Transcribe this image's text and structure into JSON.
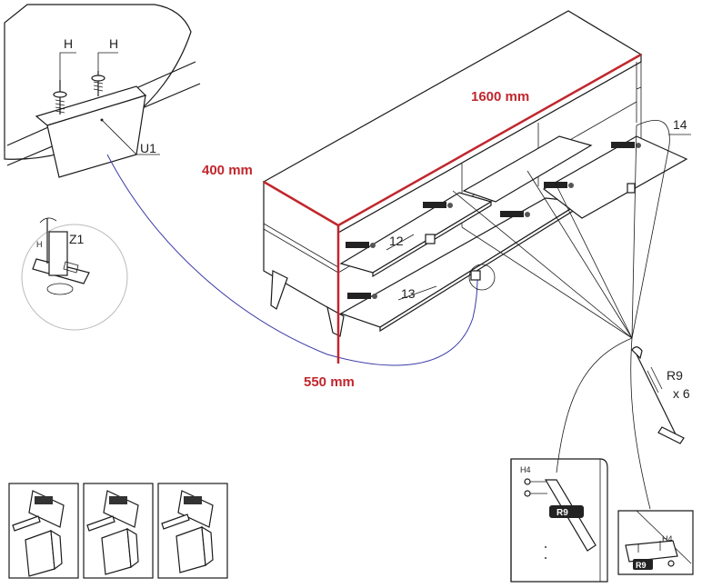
{
  "dimensions": {
    "width": "1600 mm",
    "depth": "400 mm",
    "height": "550 mm",
    "accent_color": "#c0272d"
  },
  "part_labels": {
    "p12": "12",
    "p13": "13",
    "p14": "14",
    "u1": "U1",
    "z1": "Z1",
    "h_left": "H",
    "h_right": "H",
    "h_z1": "H",
    "r9": "R9",
    "r9_qty": "x 6",
    "h4_left": "H4",
    "h4_right": "H4",
    "r9_tag_left": "R9",
    "r9_tag_right": "R9"
  },
  "line_color": "#1b1b1b",
  "link_curve_color": "#3a3aa8"
}
